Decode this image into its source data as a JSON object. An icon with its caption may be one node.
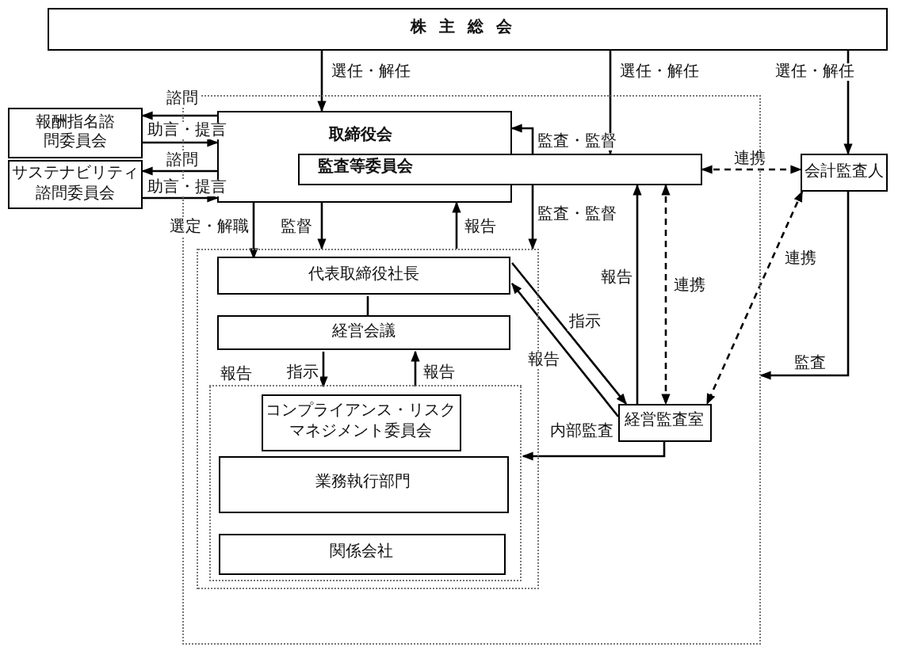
{
  "diagram": {
    "nodes": [
      {
        "text": [
          "株主総会"
        ]
      },
      {
        "text": [],
        "shape": "box"
      },
      {
        "text": [
          "取締役会"
        ],
        "in": 1
      },
      {
        "text": [
          "監査等委員会"
        ],
        "in": 1
      },
      {
        "text": [
          "報酬指名諮問委員会"
        ]
      },
      {
        "text": [
          "サステナビリティ諮問委員会"
        ]
      },
      {
        "text": [
          "会計監査人"
        ]
      },
      {
        "text": [],
        "shape": "box",
        "in": 1
      },
      {
        "text": [
          "代表取締役社長"
        ],
        "in": 7
      },
      {
        "text": [
          "経営会議"
        ],
        "in": 7
      },
      {
        "text": [],
        "shape": "box",
        "in": 7
      },
      {
        "text": [
          "コンプライアンス・リスクマネジメント委員会"
        ],
        "in": 10
      },
      {
        "text": [
          "業務執行部門"
        ],
        "in": 10
      },
      {
        "text": [
          "関係会社"
        ],
        "in": 10
      },
      {
        "text": [
          "経営監査室"
        ],
        "in": 1
      }
    ],
    "edges": [
      {
        "from": 0,
        "to": 2,
        "arrow": "to",
        "label": "選任・解任"
      },
      {
        "from": 0,
        "to": 3,
        "arrow": "to",
        "label": "選任・解任"
      },
      {
        "from": 0,
        "to": 6,
        "arrow": "to",
        "label": "選任・解任"
      },
      {
        "from": 2,
        "to": 4,
        "arrow": "to",
        "label": "諮問"
      },
      {
        "from": 4,
        "to": 2,
        "arrow": "to",
        "label": "助言・提言"
      },
      {
        "from": 2,
        "to": 5,
        "arrow": "to",
        "label": "諮問"
      },
      {
        "from": 5,
        "to": 2,
        "arrow": "to",
        "label": "助言・提言"
      },
      {
        "from": 3,
        "to": 2,
        "arrow": "to",
        "label": "監査・監督"
      },
      {
        "from": 3,
        "to": 7,
        "arrow": "to",
        "label": "監査・監督"
      },
      {
        "from": 2,
        "to": 8,
        "arrow": "to",
        "label": "選定・解職"
      },
      {
        "from": 2,
        "to": 7,
        "arrow": "to",
        "label": "監督"
      },
      {
        "from": 7,
        "to": 2,
        "arrow": "to",
        "label": "報告"
      },
      {
        "from": 8,
        "to": 9,
        "arrow": "none"
      },
      {
        "from": 9,
        "to": 10,
        "arrow": "to",
        "label": "指示"
      },
      {
        "from": 10,
        "to": 9,
        "arrow": "to",
        "label": "報告"
      },
      {
        "from": 8,
        "to": 14,
        "arrow": "to",
        "label": "指示"
      },
      {
        "from": 14,
        "to": 8,
        "arrow": "to",
        "label": "報告"
      },
      {
        "from": 14,
        "to": 3,
        "arrow": "to",
        "label": "報告"
      },
      {
        "from": 3,
        "to": 14,
        "arrow": "both",
        "label": "連携",
        "style": "dashed"
      },
      {
        "from": 3,
        "to": 6,
        "arrow": "both",
        "label": "連携",
        "style": "dashed"
      },
      {
        "from": 6,
        "to": 14,
        "arrow": "both",
        "label": "連携",
        "style": "dashed"
      },
      {
        "from": 6,
        "to": 1,
        "arrow": "to",
        "label": "監査"
      },
      {
        "from": 14,
        "to": 10,
        "arrow": "to",
        "label": "内部監査"
      }
    ],
    "labels": [
      "報告"
    ]
  }
}
